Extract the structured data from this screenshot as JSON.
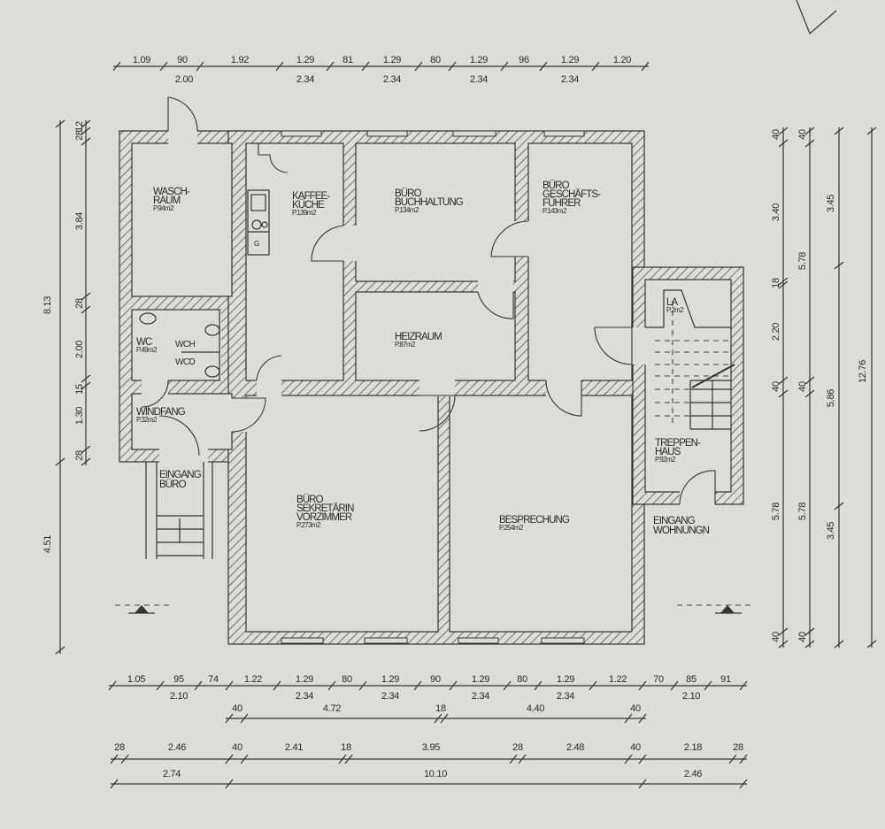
{
  "rooms": [
    {
      "id": "waschraum",
      "lines": [
        "WASCH-",
        "RAUM"
      ],
      "area": "P.94m2"
    },
    {
      "id": "kaffeekueche",
      "lines": [
        "KAFFEE-",
        "KÜCHE"
      ],
      "area": "P.139m2"
    },
    {
      "id": "buchhaltung",
      "lines": [
        "BÜRO",
        "BUCHHALTUNG"
      ],
      "area": "P.134m2"
    },
    {
      "id": "geschaeftsfuehrer",
      "lines": [
        "BÜRO",
        "GESCHÄFTS-",
        "FÜHRER"
      ],
      "area": "P.143m2"
    },
    {
      "id": "heizraum",
      "lines": [
        "HEIZRAUM"
      ],
      "area": "P.87m2"
    },
    {
      "id": "wc",
      "lines": [
        "WC"
      ],
      "area": "P.49m2"
    },
    {
      "id": "windfang",
      "lines": [
        "WINDFANG"
      ],
      "area": "P.32m2"
    },
    {
      "id": "sekretaerin",
      "lines": [
        "BÜRO",
        "SEKRETÄRIN",
        "VORZIMMER"
      ],
      "area": "P.273m2"
    },
    {
      "id": "besprechung",
      "lines": [
        "BESPRECHUNG"
      ],
      "area": "P.254m2"
    },
    {
      "id": "treppenhaus",
      "lines": [
        "TREPPEN-",
        "HAUS"
      ],
      "area": "P.92m2"
    },
    {
      "id": "la",
      "lines": [
        "LA"
      ],
      "area": "P.2m2"
    }
  ],
  "fixtures": {
    "wch": "WCH",
    "wcd": "WCD",
    "gas": "G"
  },
  "entrances": {
    "buero": [
      "EINGANG",
      "BÜRO"
    ],
    "wohnungen": [
      "EINGANG",
      "WOHNUNGN"
    ]
  },
  "dimensions": {
    "top_upper": [
      "1.09",
      "90",
      "1.92",
      "1.29",
      "81",
      "1.29",
      "80",
      "1.29",
      "96",
      "1.29",
      "1.20"
    ],
    "top_lower": [
      "2.00",
      "2.34",
      "2.34",
      "2.34",
      "2.34"
    ],
    "bottom_row1_upper": [
      "1.05",
      "95",
      "74",
      "1.22",
      "1.29",
      "80",
      "1.29",
      "90",
      "1.29",
      "80",
      "1.29",
      "1.22",
      "70",
      "85",
      "91"
    ],
    "bottom_row1_lower": [
      "2.10",
      "2.34",
      "2.34",
      "2.34",
      "2.34",
      "2.10"
    ],
    "bottom_row2": [
      "40",
      "4.72",
      "18",
      "4.40",
      "40"
    ],
    "bottom_row3": [
      "28",
      "2.46",
      "40",
      "2.41",
      "18",
      "3.95",
      "28",
      "2.48",
      "40",
      "2.18",
      "28"
    ],
    "bottom_row4": [
      "2.74",
      "10.10",
      "2.46"
    ],
    "left_outer": [
      "8.13",
      "4.51"
    ],
    "left_inner": [
      "12",
      "28",
      "3.84",
      "28",
      "2.00",
      "15",
      "1.30",
      "28"
    ],
    "right_1": [
      "40",
      "3.40",
      "18",
      "2.20",
      "40",
      "5.78",
      "40"
    ],
    "right_2": [
      "40",
      "5.78",
      "40",
      "5.78",
      "40"
    ],
    "right_3": [
      "3.45",
      "5.86",
      "3.45"
    ],
    "right_4": [
      "12.76"
    ]
  }
}
